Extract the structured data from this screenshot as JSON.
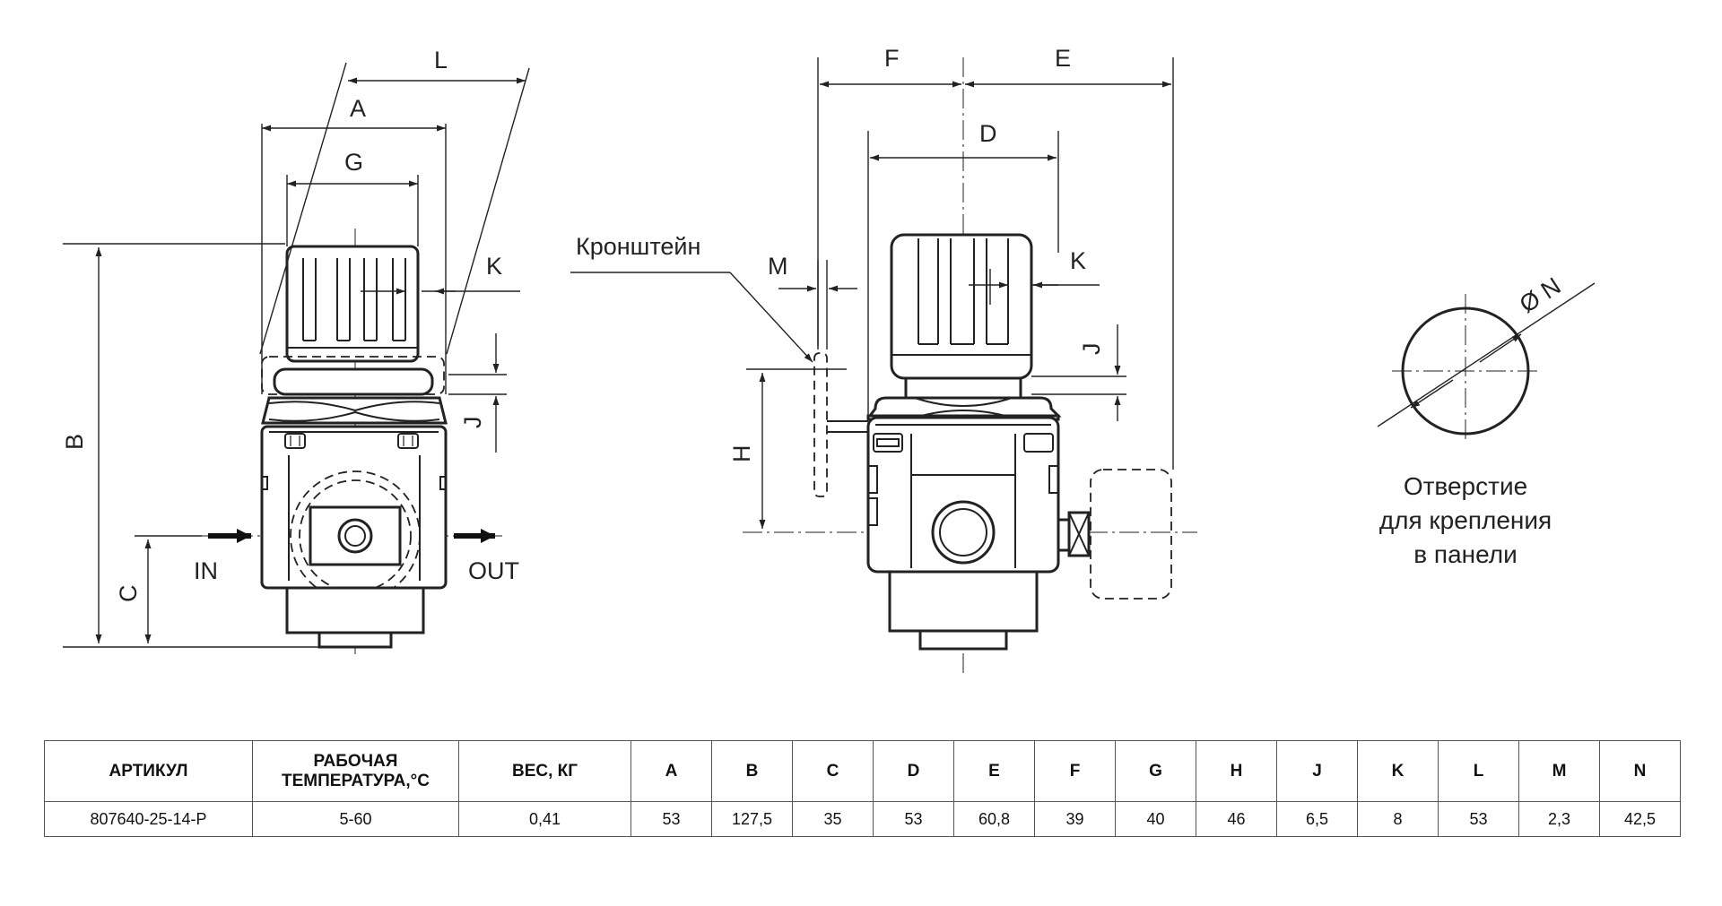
{
  "labels": {
    "front": {
      "L": "L",
      "A": "A",
      "G": "G",
      "K": "K",
      "B": "B",
      "C": "C",
      "J": "J",
      "IN": "IN",
      "OUT": "OUT"
    },
    "side": {
      "F": "F",
      "E": "E",
      "D": "D",
      "K": "K",
      "M": "M",
      "J": "J",
      "H": "H",
      "bracket": "Кронштейн"
    },
    "hole": {
      "diameter": "Ø N",
      "caption_1": "Отверстие",
      "caption_2": "для крепления",
      "caption_3": "в панели"
    }
  },
  "table": {
    "headers": [
      "АРТИКУЛ",
      "РАБОЧАЯ\nТЕМПЕРАТУРА,°С",
      "ВЕС, КГ",
      "A",
      "B",
      "C",
      "D",
      "E",
      "F",
      "G",
      "H",
      "J",
      "K",
      "L",
      "M",
      "N"
    ],
    "row": [
      "807640-25-14-P",
      "5-60",
      "0,41",
      "53",
      "127,5",
      "35",
      "53",
      "60,8",
      "39",
      "40",
      "46",
      "6,5",
      "8",
      "53",
      "2,3",
      "42,5"
    ]
  }
}
